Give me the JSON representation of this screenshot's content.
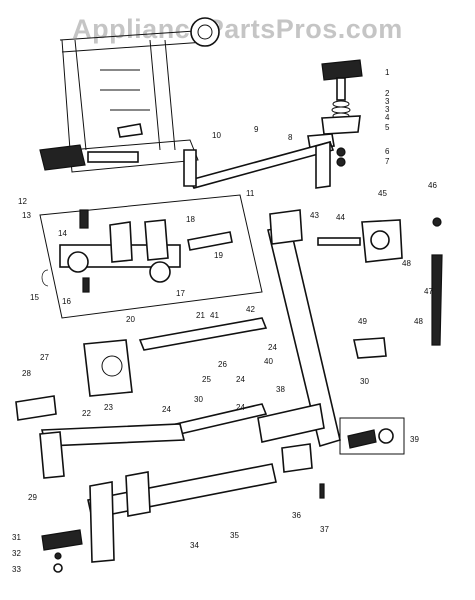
{
  "watermark": "AppliancePartsPros.com",
  "callouts": [
    "1",
    "2",
    "3",
    "3",
    "4",
    "5",
    "6",
    "7",
    "8",
    "9",
    "10",
    "11",
    "12",
    "13",
    "14",
    "15",
    "16",
    "17",
    "18",
    "19",
    "20",
    "21",
    "22",
    "23",
    "24",
    "24",
    "24",
    "24",
    "25",
    "26",
    "27",
    "28",
    "29",
    "30",
    "30",
    "31",
    "32",
    "33",
    "34",
    "35",
    "36",
    "37",
    "38",
    "39",
    "40",
    "41",
    "42",
    "43",
    "44",
    "45",
    "46",
    "47",
    "48",
    "48",
    "49"
  ]
}
